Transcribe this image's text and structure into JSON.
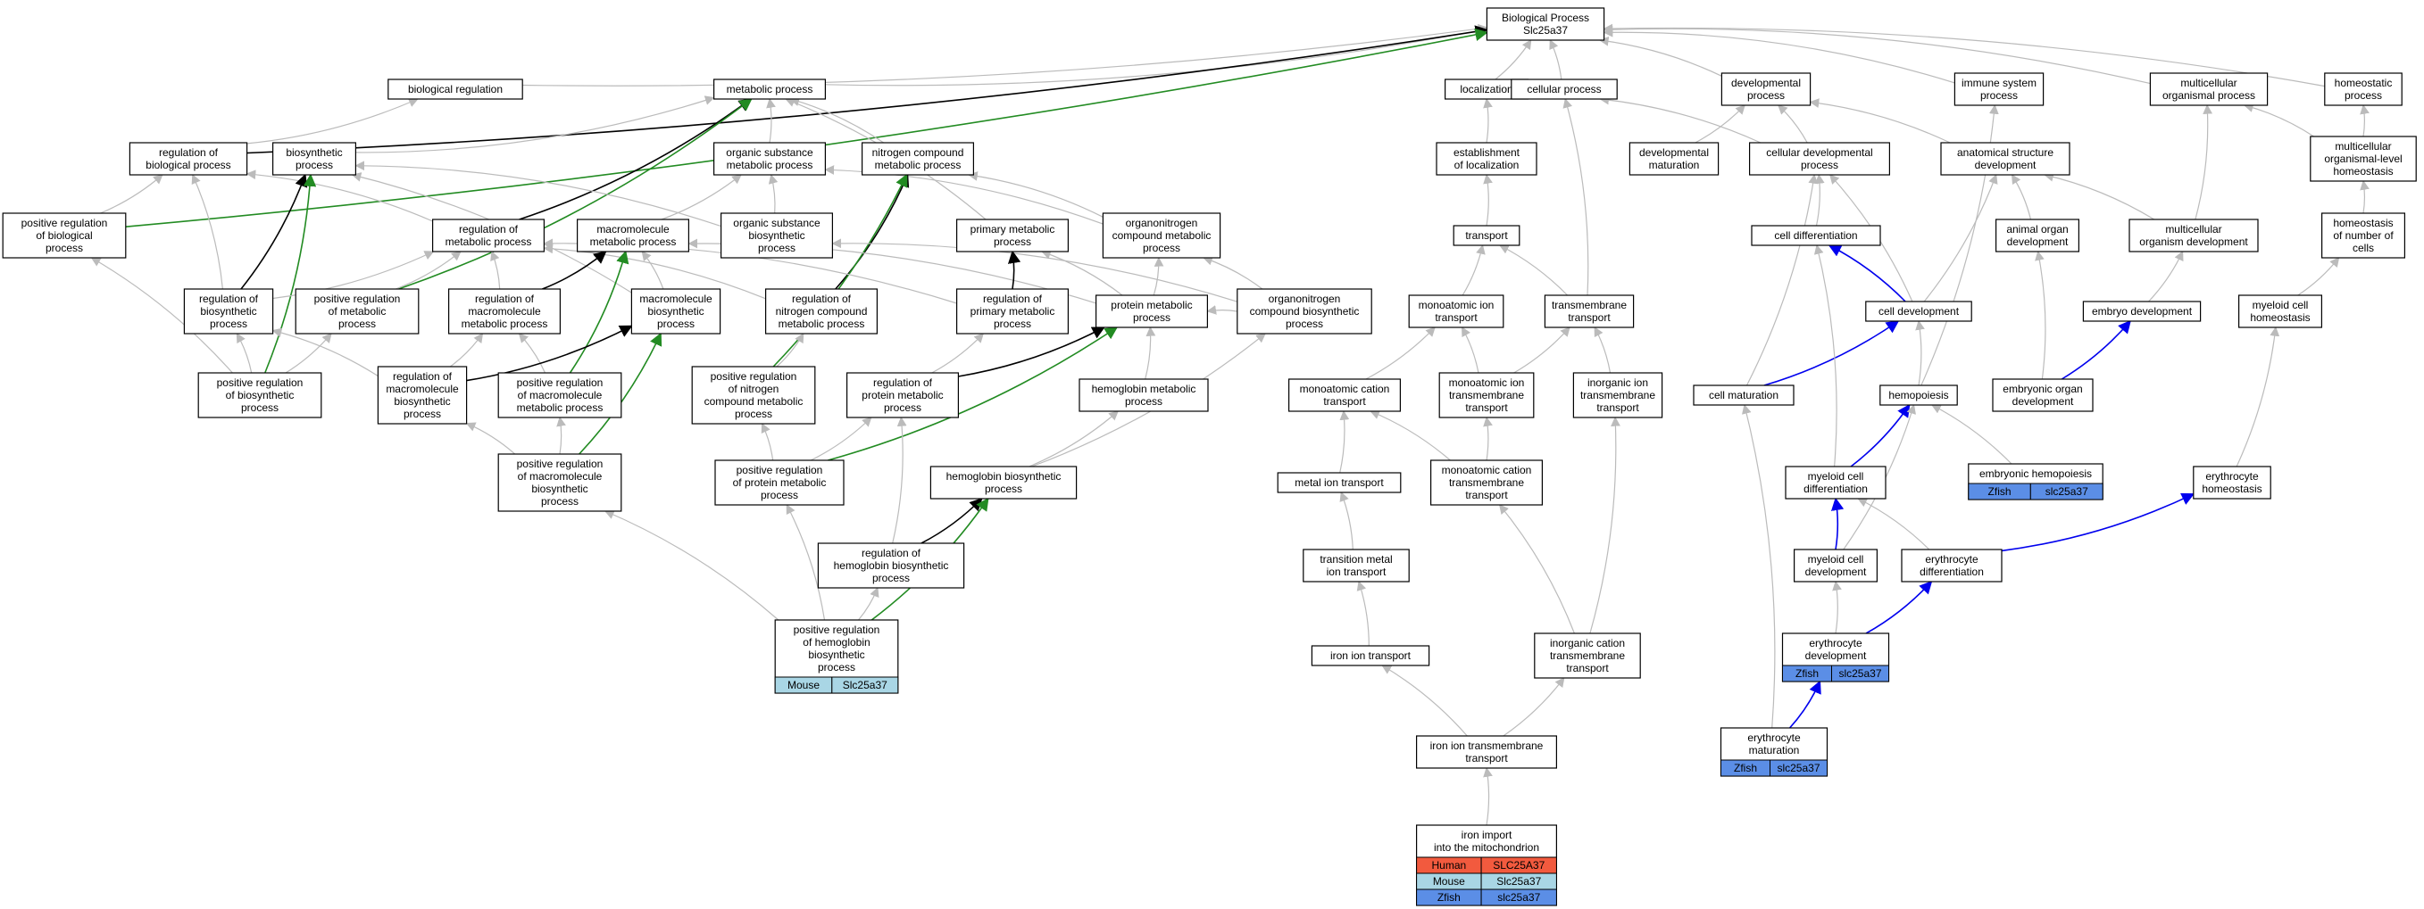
{
  "nodes": [
    {
      "id": "bp",
      "lines": [
        "Biological Process",
        "Slc25a37"
      ]
    },
    {
      "id": "bioreg",
      "lines": [
        "biological regulation"
      ]
    },
    {
      "id": "metproc",
      "lines": [
        "metabolic process"
      ]
    },
    {
      "id": "loc",
      "lines": [
        "localization"
      ]
    },
    {
      "id": "cellproc",
      "lines": [
        "cellular process"
      ]
    },
    {
      "id": "devproc",
      "lines": [
        "developmental",
        "process"
      ]
    },
    {
      "id": "immsys",
      "lines": [
        "immune system",
        "process"
      ]
    },
    {
      "id": "multorg",
      "lines": [
        "multicellular",
        "organismal process"
      ]
    },
    {
      "id": "homeo",
      "lines": [
        "homeostatic",
        "process"
      ]
    },
    {
      "id": "regbio",
      "lines": [
        "regulation of",
        "biological process"
      ]
    },
    {
      "id": "biosyn",
      "lines": [
        "biosynthetic",
        "process"
      ]
    },
    {
      "id": "orgsubmet",
      "lines": [
        "organic substance",
        "metabolic process"
      ]
    },
    {
      "id": "nitromet",
      "lines": [
        "nitrogen compound",
        "metabolic process"
      ]
    },
    {
      "id": "estloc",
      "lines": [
        "establishment",
        "of localization"
      ]
    },
    {
      "id": "devmat",
      "lines": [
        "developmental",
        "maturation"
      ]
    },
    {
      "id": "celldevproc",
      "lines": [
        "cellular developmental",
        "process"
      ]
    },
    {
      "id": "anatdev",
      "lines": [
        "anatomical structure",
        "development"
      ]
    },
    {
      "id": "multlevhomeo",
      "lines": [
        "multicellular",
        "organismal-level",
        "homeostasis"
      ]
    },
    {
      "id": "posregbio",
      "lines": [
        "positive regulation",
        "of biological",
        "process"
      ]
    },
    {
      "id": "regmet",
      "lines": [
        "regulation of",
        "metabolic process"
      ]
    },
    {
      "id": "macromet",
      "lines": [
        "macromolecule",
        "metabolic process"
      ]
    },
    {
      "id": "orgsubbio",
      "lines": [
        "organic substance",
        "biosynthetic",
        "process"
      ]
    },
    {
      "id": "primmet",
      "lines": [
        "primary metabolic",
        "process"
      ]
    },
    {
      "id": "organonitmet",
      "lines": [
        "organonitrogen",
        "compound metabolic",
        "process"
      ]
    },
    {
      "id": "transport",
      "lines": [
        "transport"
      ]
    },
    {
      "id": "celldiff",
      "lines": [
        "cell differentiation"
      ]
    },
    {
      "id": "animorgdev",
      "lines": [
        "animal organ",
        "development"
      ]
    },
    {
      "id": "multorgdev",
      "lines": [
        "multicellular",
        "organism development"
      ]
    },
    {
      "id": "homeonum",
      "lines": [
        "homeostasis",
        "of number of",
        "cells"
      ]
    },
    {
      "id": "regbiosyn",
      "lines": [
        "regulation of",
        "biosynthetic",
        "process"
      ]
    },
    {
      "id": "posregmet",
      "lines": [
        "positive regulation",
        "of metabolic",
        "process"
      ]
    },
    {
      "id": "regmacromet",
      "lines": [
        "regulation of",
        "macromolecule",
        "metabolic process"
      ]
    },
    {
      "id": "macrobio",
      "lines": [
        "macromolecule",
        "biosynthetic",
        "process"
      ]
    },
    {
      "id": "regnitro",
      "lines": [
        "regulation of",
        "nitrogen compound",
        "metabolic process"
      ]
    },
    {
      "id": "regprimmet",
      "lines": [
        "regulation of",
        "primary metabolic",
        "process"
      ]
    },
    {
      "id": "protmet",
      "lines": [
        "protein metabolic",
        "process"
      ]
    },
    {
      "id": "organonitbio",
      "lines": [
        "organonitrogen",
        "compound biosynthetic",
        "process"
      ]
    },
    {
      "id": "monoiontr",
      "lines": [
        "monoatomic ion",
        "transport"
      ]
    },
    {
      "id": "tmtr",
      "lines": [
        "transmembrane",
        "transport"
      ]
    },
    {
      "id": "celldev",
      "lines": [
        "cell development"
      ]
    },
    {
      "id": "embdev",
      "lines": [
        "embryo development"
      ]
    },
    {
      "id": "myehomeo",
      "lines": [
        "myeloid cell",
        "homeostasis"
      ]
    },
    {
      "id": "posregbiosyn",
      "lines": [
        "positive regulation",
        "of biosynthetic",
        "process"
      ]
    },
    {
      "id": "regmacrobio",
      "lines": [
        "regulation of",
        "macromolecule",
        "biosynthetic",
        "process"
      ]
    },
    {
      "id": "posregmacromet",
      "lines": [
        "positive regulation",
        "of macromolecule",
        "metabolic process"
      ]
    },
    {
      "id": "posregnitro",
      "lines": [
        "positive regulation",
        "of nitrogen",
        "compound metabolic",
        "process"
      ]
    },
    {
      "id": "regprotmet",
      "lines": [
        "regulation of",
        "protein metabolic",
        "process"
      ]
    },
    {
      "id": "hbmet",
      "lines": [
        "hemoglobin metabolic",
        "process"
      ]
    },
    {
      "id": "monocattr",
      "lines": [
        "monoatomic cation",
        "transport"
      ]
    },
    {
      "id": "monoiontm",
      "lines": [
        "monoatomic ion",
        "transmembrane",
        "transport"
      ]
    },
    {
      "id": "inorgiontm",
      "lines": [
        "inorganic ion",
        "transmembrane",
        "transport"
      ]
    },
    {
      "id": "cellmat",
      "lines": [
        "cell maturation"
      ]
    },
    {
      "id": "hemopoiesis",
      "lines": [
        "hemopoiesis"
      ]
    },
    {
      "id": "emborgdev",
      "lines": [
        "embryonic organ",
        "development"
      ]
    },
    {
      "id": "posregmacrobio",
      "lines": [
        "positive regulation",
        "of macromolecule",
        "biosynthetic",
        "process"
      ]
    },
    {
      "id": "posregprotmet",
      "lines": [
        "positive regulation",
        "of protein metabolic",
        "process"
      ]
    },
    {
      "id": "hbbiosyn",
      "lines": [
        "hemoglobin biosynthetic",
        "process"
      ]
    },
    {
      "id": "metaliontr",
      "lines": [
        "metal ion transport"
      ]
    },
    {
      "id": "monocattm",
      "lines": [
        "monoatomic cation",
        "transmembrane",
        "transport"
      ]
    },
    {
      "id": "myediff",
      "lines": [
        "myeloid cell",
        "differentiation"
      ]
    },
    {
      "id": "embhemo",
      "lines": [
        "embryonic hemopoiesis"
      ],
      "genes": [
        {
          "species": "Zfish",
          "gene": "slc25a37"
        }
      ]
    },
    {
      "id": "erythomeo",
      "lines": [
        "erythrocyte",
        "homeostasis"
      ]
    },
    {
      "id": "transmetal",
      "lines": [
        "transition metal",
        "ion transport"
      ]
    },
    {
      "id": "reghbbio",
      "lines": [
        "regulation of",
        "hemoglobin biosynthetic",
        "process"
      ]
    },
    {
      "id": "myedev",
      "lines": [
        "myeloid cell",
        "development"
      ]
    },
    {
      "id": "erythdiff",
      "lines": [
        "erythrocyte",
        "differentiation"
      ]
    },
    {
      "id": "irontr",
      "lines": [
        "iron ion transport"
      ]
    },
    {
      "id": "posreghbbio",
      "lines": [
        "positive regulation",
        "of hemoglobin",
        "biosynthetic",
        "process"
      ],
      "genes": [
        {
          "species": "Mouse",
          "gene": "Slc25a37"
        }
      ]
    },
    {
      "id": "inorgcattm",
      "lines": [
        "inorganic cation",
        "transmembrane",
        "transport"
      ]
    },
    {
      "id": "erythdev",
      "lines": [
        "erythrocyte",
        "development"
      ],
      "genes": [
        {
          "species": "Zfish",
          "gene": "slc25a37"
        }
      ]
    },
    {
      "id": "erythmat",
      "lines": [
        "erythrocyte",
        "maturation"
      ],
      "genes": [
        {
          "species": "Zfish",
          "gene": "slc25a37"
        }
      ]
    },
    {
      "id": "irontm",
      "lines": [
        "iron ion transmembrane",
        "transport"
      ]
    },
    {
      "id": "ironimport",
      "lines": [
        "iron import",
        "into the mitochondrion"
      ],
      "genes": [
        {
          "species": "Human",
          "gene": "SLC25A37"
        },
        {
          "species": "Mouse",
          "gene": "Slc25a37"
        },
        {
          "species": "Zfish",
          "gene": "slc25a37"
        }
      ]
    }
  ],
  "edges": [
    [
      "bioreg",
      "bp",
      "is_a"
    ],
    [
      "metproc",
      "bp",
      "is_a"
    ],
    [
      "loc",
      "bp",
      "is_a"
    ],
    [
      "cellproc",
      "bp",
      "is_a"
    ],
    [
      "devproc",
      "bp",
      "is_a"
    ],
    [
      "immsys",
      "bp",
      "is_a"
    ],
    [
      "multorg",
      "bp",
      "is_a"
    ],
    [
      "homeo",
      "bp",
      "is_a"
    ],
    [
      "regbio",
      "bp",
      "regulates"
    ],
    [
      "posregbio",
      "bp",
      "positively_regulates"
    ],
    [
      "regbio",
      "bioreg",
      "is_a"
    ],
    [
      "biosyn",
      "metproc",
      "is_a"
    ],
    [
      "orgsubmet",
      "metproc",
      "is_a"
    ],
    [
      "nitromet",
      "metproc",
      "is_a"
    ],
    [
      "primmet",
      "metproc",
      "is_a"
    ],
    [
      "regmet",
      "metproc",
      "regulates"
    ],
    [
      "posregmet",
      "metproc",
      "positively_regulates"
    ],
    [
      "estloc",
      "loc",
      "is_a"
    ],
    [
      "transport",
      "estloc",
      "is_a"
    ],
    [
      "tmtr",
      "cellproc",
      "is_a"
    ],
    [
      "celldevproc",
      "cellproc",
      "is_a"
    ],
    [
      "devmat",
      "devproc",
      "is_a"
    ],
    [
      "celldevproc",
      "devproc",
      "is_a"
    ],
    [
      "anatdev",
      "devproc",
      "is_a"
    ],
    [
      "multorgdev",
      "multorg",
      "is_a"
    ],
    [
      "multlevhomeo",
      "multorg",
      "is_a"
    ],
    [
      "multlevhomeo",
      "homeo",
      "is_a"
    ],
    [
      "homeonum",
      "multlevhomeo",
      "is_a"
    ],
    [
      "myehomeo",
      "homeonum",
      "is_a"
    ],
    [
      "erythomeo",
      "myehomeo",
      "is_a"
    ],
    [
      "hemopoiesis",
      "immsys",
      "is_a"
    ],
    [
      "posregbio",
      "regbio",
      "is_a"
    ],
    [
      "regmet",
      "regbio",
      "is_a"
    ],
    [
      "regbiosyn",
      "regbio",
      "is_a"
    ],
    [
      "regbiosyn",
      "biosyn",
      "regulates"
    ],
    [
      "posregbiosyn",
      "biosyn",
      "positively_regulates"
    ],
    [
      "macrobio",
      "biosyn",
      "is_a"
    ],
    [
      "orgsubbio",
      "biosyn",
      "is_a"
    ],
    [
      "macromet",
      "orgsubmet",
      "is_a"
    ],
    [
      "orgsubbio",
      "orgsubmet",
      "is_a"
    ],
    [
      "organonitmet",
      "orgsubmet",
      "is_a"
    ],
    [
      "organonitmet",
      "nitromet",
      "is_a"
    ],
    [
      "regnitro",
      "nitromet",
      "regulates"
    ],
    [
      "posregnitro",
      "nitromet",
      "positively_regulates"
    ],
    [
      "celldiff",
      "celldevproc",
      "is_a"
    ],
    [
      "celldev",
      "celldevproc",
      "is_a"
    ],
    [
      "cellmat",
      "celldevproc",
      "is_a"
    ],
    [
      "animorgdev",
      "anatdev",
      "is_a"
    ],
    [
      "multorgdev",
      "anatdev",
      "is_a"
    ],
    [
      "celldev",
      "anatdev",
      "is_a"
    ],
    [
      "posregmet",
      "regmet",
      "is_a"
    ],
    [
      "regmacromet",
      "regmet",
      "is_a"
    ],
    [
      "regnitro",
      "regmet",
      "is_a"
    ],
    [
      "regprimmet",
      "regmet",
      "is_a"
    ],
    [
      "regbiosyn",
      "regmet",
      "is_a"
    ],
    [
      "macrobio",
      "macromet",
      "is_a"
    ],
    [
      "regmacromet",
      "macromet",
      "regulates"
    ],
    [
      "posregmacromet",
      "macromet",
      "positively_regulates"
    ],
    [
      "protmet",
      "macromet",
      "is_a"
    ],
    [
      "organonitbio",
      "orgsubbio",
      "is_a"
    ],
    [
      "protmet",
      "primmet",
      "is_a"
    ],
    [
      "regprimmet",
      "primmet",
      "regulates"
    ],
    [
      "protmet",
      "organonitmet",
      "is_a"
    ],
    [
      "organonitbio",
      "organonitmet",
      "is_a"
    ],
    [
      "monoiontr",
      "transport",
      "is_a"
    ],
    [
      "tmtr",
      "transport",
      "is_a"
    ],
    [
      "celldev",
      "celldiff",
      "regulates_blue"
    ],
    [
      "emborgdev",
      "animorgdev",
      "is_a"
    ],
    [
      "embdev",
      "multorgdev",
      "is_a"
    ],
    [
      "posregbiosyn",
      "regbiosyn",
      "is_a"
    ],
    [
      "posregbiosyn",
      "posregmet",
      "is_a"
    ],
    [
      "regmacrobio",
      "regbiosyn",
      "is_a"
    ],
    [
      "posregmacromet",
      "regmacromet",
      "is_a"
    ],
    [
      "regmacrobio",
      "regmacromet",
      "is_a"
    ],
    [
      "regmacrobio",
      "macrobio",
      "regulates"
    ],
    [
      "posregmacrobio",
      "macrobio",
      "positively_regulates"
    ],
    [
      "posregnitro",
      "regnitro",
      "is_a"
    ],
    [
      "regprotmet",
      "regprimmet",
      "is_a"
    ],
    [
      "regprotmet",
      "protmet",
      "regulates"
    ],
    [
      "posregprotmet",
      "protmet",
      "positively_regulates"
    ],
    [
      "hbmet",
      "protmet",
      "is_a"
    ],
    [
      "hbbiosyn",
      "organonitbio",
      "is_a"
    ],
    [
      "monocattr",
      "monoiontr",
      "is_a"
    ],
    [
      "monoiontm",
      "monoiontr",
      "is_a"
    ],
    [
      "monoiontm",
      "tmtr",
      "is_a"
    ],
    [
      "inorgiontm",
      "tmtr",
      "is_a"
    ],
    [
      "cellmat",
      "celldev",
      "regulates_blue"
    ],
    [
      "myediff",
      "hemopoiesis",
      "regulates_blue"
    ],
    [
      "emborgdev",
      "embdev",
      "regulates_blue"
    ],
    [
      "embhemo",
      "hemopoiesis",
      "is_a"
    ],
    [
      "hemopoiesis",
      "celldev",
      "is_a"
    ],
    [
      "posregmacrobio",
      "regmacrobio",
      "is_a"
    ],
    [
      "posregmacrobio",
      "posregmacromet",
      "is_a"
    ],
    [
      "posregprotmet",
      "regprotmet",
      "is_a"
    ],
    [
      "posregprotmet",
      "posregnitro",
      "is_a"
    ],
    [
      "hbbiosyn",
      "hbmet",
      "is_a"
    ],
    [
      "metaliontr",
      "monocattr",
      "is_a"
    ],
    [
      "monocattm",
      "monocattr",
      "is_a"
    ],
    [
      "monocattm",
      "monoiontm",
      "is_a"
    ],
    [
      "myediff",
      "celldiff",
      "is_a"
    ],
    [
      "myedev",
      "myediff",
      "regulates_blue"
    ],
    [
      "myedev",
      "hemopoiesis",
      "is_a"
    ],
    [
      "erythdiff",
      "myediff",
      "is_a"
    ],
    [
      "erythdiff",
      "erythomeo",
      "regulates_blue"
    ],
    [
      "transmetal",
      "metaliontr",
      "is_a"
    ],
    [
      "reghbbio",
      "hbbiosyn",
      "regulates"
    ],
    [
      "reghbbio",
      "regprotmet",
      "is_a"
    ],
    [
      "irontr",
      "transmetal",
      "is_a"
    ],
    [
      "posreghbbio",
      "reghbbio",
      "is_a"
    ],
    [
      "posreghbbio",
      "hbbiosyn",
      "positively_regulates"
    ],
    [
      "posreghbbio",
      "posregprotmet",
      "is_a"
    ],
    [
      "posreghbbio",
      "posregmacrobio",
      "is_a"
    ],
    [
      "inorgcattm",
      "inorgiontm",
      "is_a"
    ],
    [
      "inorgcattm",
      "monocattm",
      "is_a"
    ],
    [
      "erythdev",
      "myedev",
      "is_a"
    ],
    [
      "erythdev",
      "erythdiff",
      "regulates_blue"
    ],
    [
      "erythmat",
      "erythdev",
      "regulates_blue"
    ],
    [
      "erythmat",
      "cellmat",
      "is_a"
    ],
    [
      "irontm",
      "irontr",
      "is_a"
    ],
    [
      "irontm",
      "inorgcattm",
      "is_a"
    ],
    [
      "ironimport",
      "irontm",
      "is_a"
    ],
    [
      "posregbiosyn",
      "posregbio",
      "is_a"
    ],
    [
      "organonitbio",
      "protmet",
      "is_a"
    ]
  ],
  "colors": {
    "is_a": "#bbbbbb",
    "regulates": "#000000",
    "positively_regulates": "#228b22",
    "regulates_blue": "#0000ee",
    "Human": "#f25a3e",
    "Mouse": "#a9d6e5",
    "Zfish": "#5b8ee6"
  }
}
